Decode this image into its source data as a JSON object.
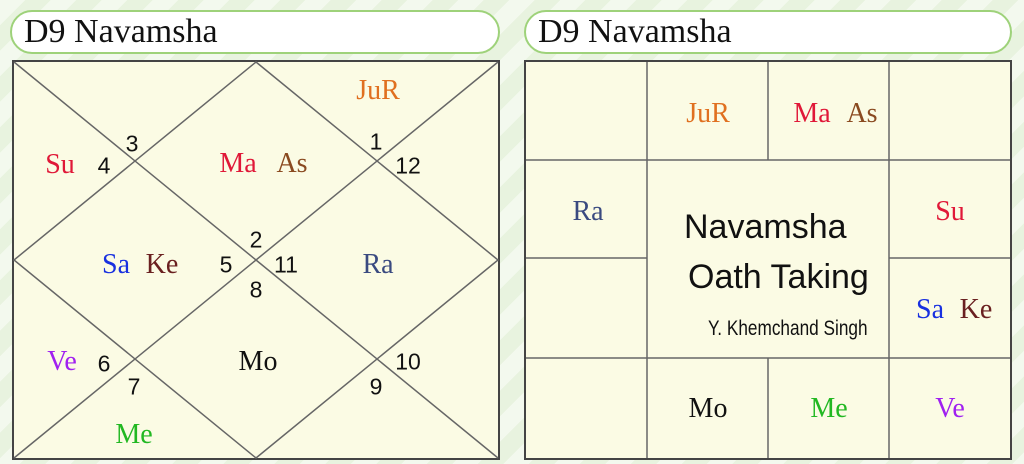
{
  "left_panel": {
    "title": "D9 Navamsha",
    "signs": {
      "h1": "3",
      "h1b": "4",
      "top_right_a": "1",
      "top_right_b": "12",
      "center_top": "2",
      "center_left": "5",
      "center_right": "11",
      "center_bottom": "8",
      "bl_a": "6",
      "bl_b": "7",
      "br_a": "10",
      "br_b": "9"
    },
    "planets": {
      "jur": "JuR",
      "ma": "Ma",
      "as": "As",
      "su": "Su",
      "sa": "Sa",
      "ke": "Ke",
      "ra": "Ra",
      "ve": "Ve",
      "mo": "Mo",
      "me": "Me"
    }
  },
  "right_panel": {
    "title": "D9 Navamsha",
    "planets": {
      "jur": "JuR",
      "ma": "Ma",
      "as": "As",
      "ra": "Ra",
      "su": "Su",
      "sa": "Sa",
      "ke": "Ke",
      "mo": "Mo",
      "me": "Me",
      "ve": "Ve"
    },
    "center": {
      "line1": "Navamsha",
      "line2": "Oath Taking",
      "line3": "Y. Khemchand  Singh"
    }
  },
  "colors": {
    "jupiter": "#e07020",
    "mars": "#e01838",
    "ascendant": "#8a4a20",
    "sun": "#e01838",
    "saturn": "#1830e0",
    "ketu": "#6a2020",
    "rahu": "#3a4a80",
    "venus": "#a020f0",
    "moon": "#111111",
    "mercury": "#22b822"
  }
}
